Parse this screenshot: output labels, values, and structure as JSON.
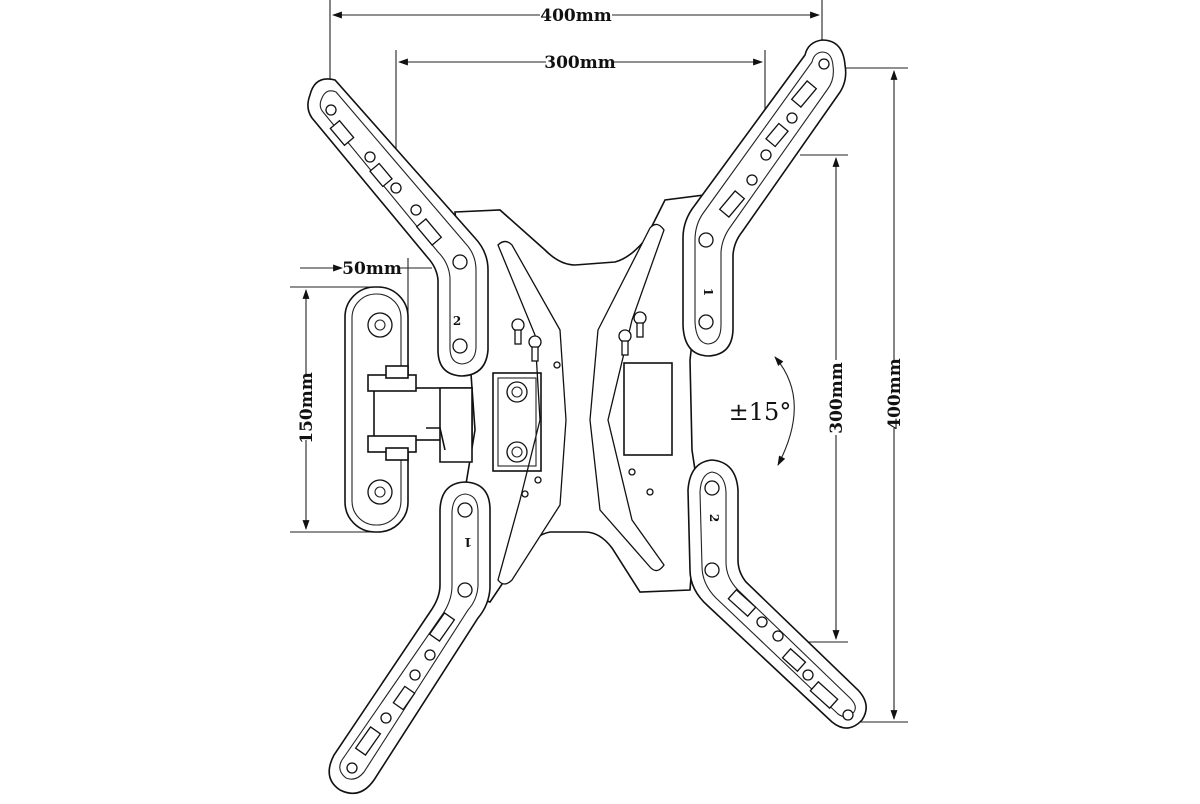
{
  "dimensions": {
    "top_outer": "400mm",
    "top_inner": "300mm",
    "wall_plate_width": "50mm",
    "wall_plate_height": "150mm",
    "right_inner": "300mm",
    "right_outer": "400mm"
  },
  "tilt": {
    "label": "±15°"
  },
  "part_numbers": {
    "upper_left_arm": "2",
    "upper_right_arm": "1",
    "lower_left_arm": "1",
    "lower_right_arm": "2"
  },
  "colors": {
    "line": "#111111",
    "background": "#ffffff"
  }
}
